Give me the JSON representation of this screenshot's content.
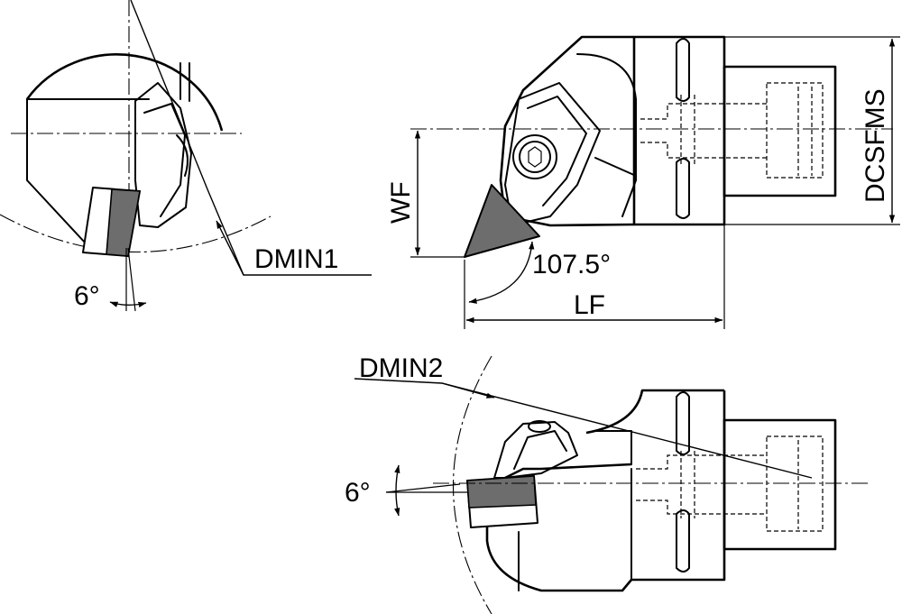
{
  "colors": {
    "line": "#000000",
    "insert": "#6d6d6d",
    "background": "#ffffff"
  },
  "labels": {
    "dmin1": "DMIN1",
    "dmin2": "DMIN2",
    "angle_top": "6°",
    "angle_bottom": "6°",
    "wf": "WF",
    "lf": "LF",
    "dcsfms": "DCSFMS",
    "angle_lead": "107.5°"
  }
}
